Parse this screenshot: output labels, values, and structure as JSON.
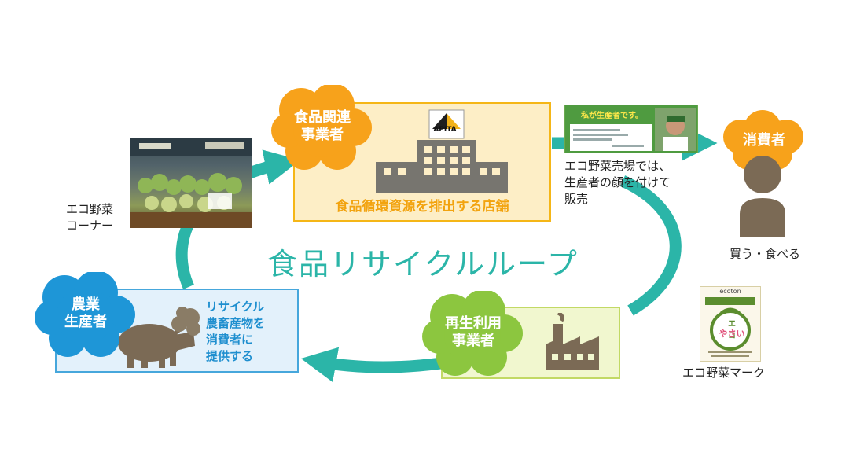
{
  "store": {
    "cloud_line1": "食品関連",
    "cloud_line2": "事業者",
    "logo_text": "APITA",
    "caption": "食品循環資源を排出する店舗"
  },
  "farm": {
    "cloud_line1": "農業",
    "cloud_line2": "生産者",
    "text_lines": [
      "リサイクル",
      "農畜産物を",
      "消費者に",
      "提供する"
    ]
  },
  "recycler": {
    "cloud_line1": "再生利用",
    "cloud_line2": "事業者"
  },
  "consumer": {
    "cloud_label": "消費者",
    "caption": "買う・食べる"
  },
  "eco_corner": {
    "caption_line1": "エコ野菜",
    "caption_line2": "コーナー"
  },
  "note": {
    "lines": [
      "エコ野菜売場では、",
      "生産者の顔を付けて",
      "販売"
    ]
  },
  "poster": {
    "headline": "私が生産者です。"
  },
  "eco_mark": {
    "header": "ecoton",
    "badge_top": "エコ",
    "badge_mid": "やさい",
    "caption": "エコ野菜マーク"
  },
  "loop_title": "食品リサイクルループ",
  "colors": {
    "loop": "#2bb5a8",
    "store_fill": "#fdeec6",
    "store_border": "#f5b617",
    "cloud_orange": "#f7a21b",
    "farm_fill": "#e3f1fb",
    "farm_border": "#46a7dc",
    "cloud_blue": "#1e96d7",
    "recycle_fill": "#f1f7cf",
    "recycle_border": "#c2d965",
    "cloud_green": "#8cc63f",
    "silhouette": "#7b6a55"
  }
}
